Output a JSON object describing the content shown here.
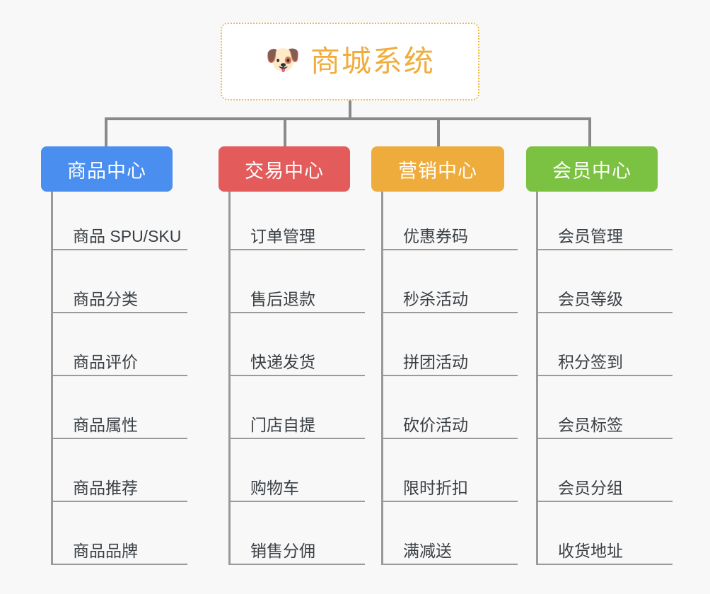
{
  "background_color": "#f8f8f8",
  "root": {
    "icon": "shiba-dog-face-emoji",
    "icon_glyph": "🐶",
    "title": "商城系统",
    "title_color": "#f0ad3c",
    "border_color": "#f0b843"
  },
  "connector_color": "#8a8a8a",
  "leaf_line_color": "#9a9a9a",
  "leaf_text_color": "#3a3f44",
  "columns": [
    {
      "id": "product-center",
      "title": "商品中心",
      "color": "#4a8ef0",
      "items": [
        "商品 SPU/SKU",
        "商品分类",
        "商品评价",
        "商品属性",
        "商品推荐",
        "商品品牌"
      ]
    },
    {
      "id": "trade-center",
      "title": "交易中心",
      "color": "#e35b5b",
      "items": [
        "订单管理",
        "售后退款",
        "快递发货",
        "门店自提",
        "购物车",
        "销售分佣"
      ]
    },
    {
      "id": "marketing-center",
      "title": "营销中心",
      "color": "#eeac3d",
      "items": [
        "优惠券码",
        "秒杀活动",
        "拼团活动",
        "砍价活动",
        "限时折扣",
        "满减送"
      ]
    },
    {
      "id": "member-center",
      "title": "会员中心",
      "color": "#7bc142",
      "items": [
        "会员管理",
        "会员等级",
        "积分签到",
        "会员标签",
        "会员分组",
        "收货地址"
      ]
    }
  ]
}
